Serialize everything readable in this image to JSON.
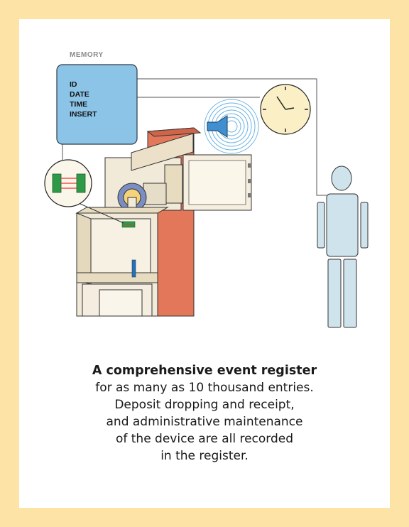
{
  "memory": {
    "title": "MEMORY",
    "fields": [
      "ID",
      "DATE",
      "TIME",
      "INSERT"
    ]
  },
  "caption": {
    "headline": "A comprehensive event register",
    "lines": [
      "for as many as 10 thousand entries.",
      "Deposit dropping and receipt,",
      "and administrative maintenance",
      "of the device are all recorded",
      "in the register."
    ]
  },
  "colors": {
    "border": "#fde3a6",
    "memory_box": "#8cc4e8",
    "clock_face": "#fbefc5",
    "safe_side": "#e2775a",
    "safe_body": "#f2ead9",
    "person": "#cfe3ec",
    "sensor_green": "#2e9a47",
    "bolt_blue": "#2a6fb5"
  },
  "icons": {
    "clock": "clock-icon",
    "speaker": "speaker-icon",
    "person": "person-icon",
    "sensor": "sensor-icon"
  }
}
